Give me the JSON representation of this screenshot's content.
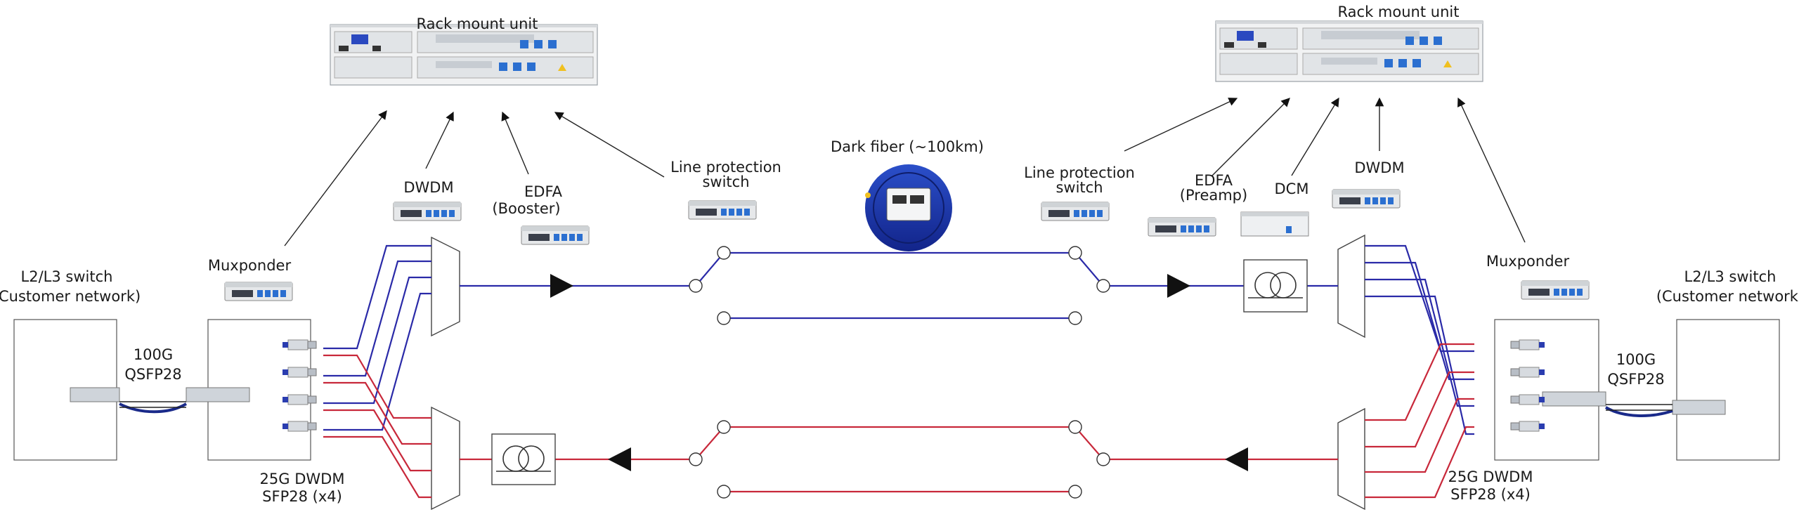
{
  "labels": {
    "rack_left": "Rack mount unit",
    "rack_right": "Rack mount unit",
    "dwdm_left": "DWDM",
    "edfa_booster_1": "EDFA",
    "edfa_booster_2": "(Booster)",
    "line_prot_left_1": "Line protection",
    "line_prot_left_2": "switch",
    "dark_fiber": "Dark fiber (~100km)",
    "line_prot_right_1": "Line protection",
    "line_prot_right_2": "switch",
    "edfa_preamp_1": "EDFA",
    "edfa_preamp_2": "(Preamp)",
    "dcm": "DCM",
    "dwdm_right": "DWDM",
    "muxponder_left": "Muxponder",
    "muxponder_right": "Muxponder",
    "switch_left_1": "L2/L3 switch",
    "switch_left_2": "(Customer network)",
    "switch_right_1": "L2/L3 switch",
    "switch_right_2": "(Customer network)",
    "qsfp_left_1": "100G",
    "qsfp_left_2": "QSFP28",
    "qsfp_right_1": "100G",
    "qsfp_right_2": "QSFP28",
    "sfp_left_1": "25G DWDM",
    "sfp_left_2": "SFP28 (x4)",
    "sfp_right_1": "25G DWDM",
    "sfp_right_2": "SFP28 (x4)"
  },
  "colors": {
    "tx_path": "#2a2aa8",
    "rx_path": "#c8283a",
    "fiber_spool": "#1f3fb0"
  },
  "icons": {
    "rack": "rack-mount-chassis-icon",
    "card": "line-card-module-icon",
    "spool": "fiber-spool-icon",
    "transceiver": "sfp-transceiver-icon",
    "amplifier": "amplifier-triangle-icon",
    "dcm_coil": "fiber-coil-icon"
  }
}
